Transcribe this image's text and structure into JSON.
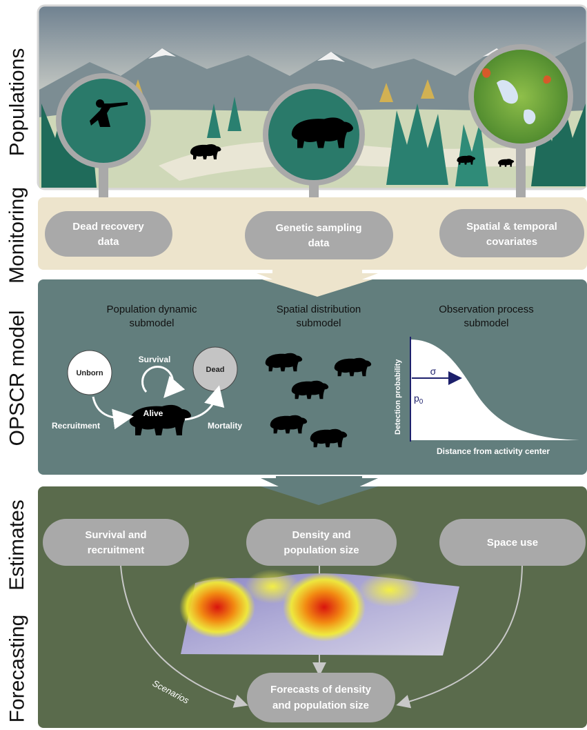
{
  "side_labels": {
    "populations": "Populations",
    "monitoring": "Monitoring",
    "model": "OPSCR model",
    "estimates": "Estimates",
    "forecasting": "Forecasting"
  },
  "monitoring": {
    "dead_recovery": [
      "Dead recovery",
      "data"
    ],
    "genetic": [
      "Genetic sampling",
      "data"
    ],
    "covariates": [
      "Spatial & temporal",
      "covariates"
    ]
  },
  "model": {
    "dynamic_title": [
      "Population dynamic",
      "submodel"
    ],
    "spatial_title": [
      "Spatial distribution",
      "submodel"
    ],
    "observation_title": [
      "Observation process",
      "submodel"
    ],
    "states": {
      "unborn": "Unborn",
      "alive": "Alive",
      "dead": "Dead"
    },
    "transitions": {
      "survival": "Survival",
      "recruitment": "Recruitment",
      "mortality": "Mortality"
    },
    "detection": {
      "ylabel": "Detection probability",
      "xlabel": "Distance from activity center",
      "sigma": "σ",
      "p0": "p",
      "p0_sub": "0"
    }
  },
  "estimates": {
    "survival": [
      "Survival and",
      "recruitment"
    ],
    "density": [
      "Density and",
      "population size"
    ],
    "space_use": "Space use"
  },
  "forecasting": {
    "scenarios": "Scenarios",
    "forecasts": [
      "Forecasts of density",
      "and population size"
    ]
  },
  "colors": {
    "sky": "#8a9aa8",
    "beige": "#ede4cc",
    "model_panel": "#627e7d",
    "estimates_panel": "#5a6b4c",
    "pill": "#a9a9a9",
    "forest": "#1f6b5a"
  }
}
